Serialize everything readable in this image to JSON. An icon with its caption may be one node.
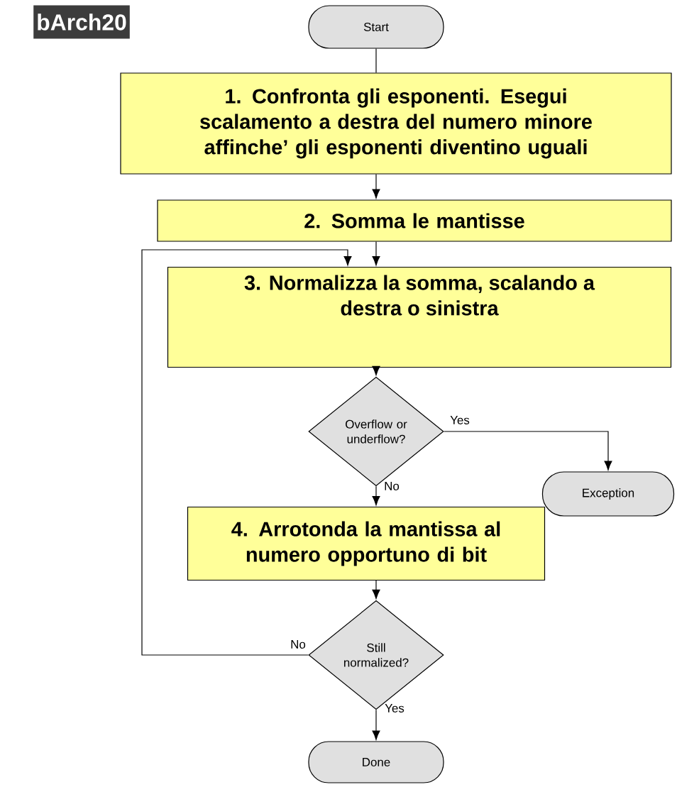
{
  "diagram": {
    "nodes": [
      {
        "text": [
          "Start"
        ]
      },
      {
        "text": [
          "1. Confronta gli esponenti. Esegui scalamento a destra del numero minore affinche’ gli esponenti diventino uguali"
        ]
      },
      {
        "text": [
          "2. Somma le mantisse"
        ]
      },
      {
        "text": [
          "3. Normalizza la somma, scalando a destra o sinistra"
        ]
      },
      {
        "text": [
          "Overflow or underflow?"
        ]
      },
      {
        "text": [
          "Exception"
        ]
      },
      {
        "text": [
          "4. Arrotonda la mantissa al numero opportuno di bit"
        ]
      },
      {
        "text": [
          "Still normalized?"
        ]
      },
      {
        "text": [
          "Done"
        ]
      }
    ],
    "edges": [
      {
        "from": 0,
        "to": 1,
        "arrow": "none"
      },
      {
        "from": 1,
        "to": 2,
        "arrow": "to"
      },
      {
        "from": 2,
        "to": 3,
        "arrow": "to"
      },
      {
        "from": 3,
        "to": 4,
        "arrow": "to"
      },
      {
        "from": 4,
        "to": 5,
        "arrow": "to",
        "label": "Yes"
      },
      {
        "from": 4,
        "to": 6,
        "arrow": "to",
        "label": "No"
      },
      {
        "from": 6,
        "to": 7,
        "arrow": "to"
      },
      {
        "from": 7,
        "to": 3,
        "arrow": "to",
        "label": "No"
      },
      {
        "from": 7,
        "to": 8,
        "arrow": "to",
        "label": "Yes"
      }
    ],
    "labels": [
      "bArch20"
    ]
  }
}
